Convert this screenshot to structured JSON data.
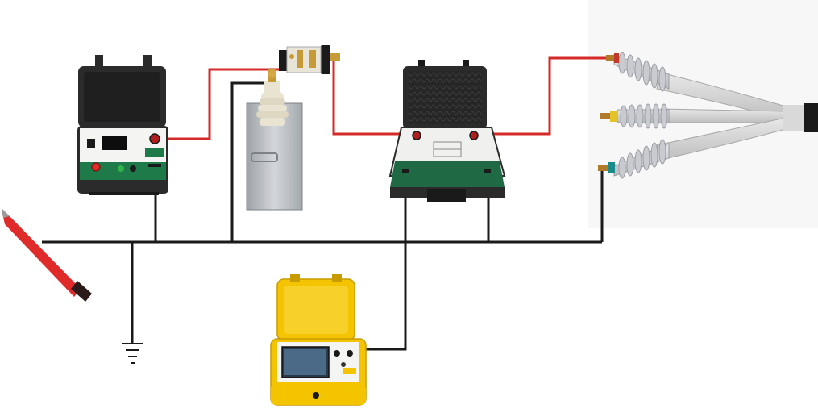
{
  "colors": {
    "hv_wire": "#d42a2a",
    "ground_wire": "#1a1a1a",
    "panel_green": "#1f7a4a",
    "case_black": "#2b2b2b",
    "case_yellow": "#f5c400",
    "insulator_grey": "#c9cbd0",
    "grip_red": "#e02b2b",
    "lamp_green": "#2fb34a"
  },
  "icons": [
    "ground-symbol-icon",
    "emergency-stop-icon",
    "start-button-icon",
    "discharge-rod-icon"
  ],
  "devices": [
    {
      "id": "test-control-box",
      "type": "control-box"
    },
    {
      "id": "hv-capacitor",
      "type": "capacitor"
    },
    {
      "id": "coupling-sensor",
      "type": "coupling-capacitor"
    },
    {
      "id": "partial-discharge-unit",
      "type": "measurement-unit"
    },
    {
      "id": "pd-detector",
      "type": "detector"
    },
    {
      "id": "cable-termination",
      "type": "three-phase-termination"
    }
  ]
}
